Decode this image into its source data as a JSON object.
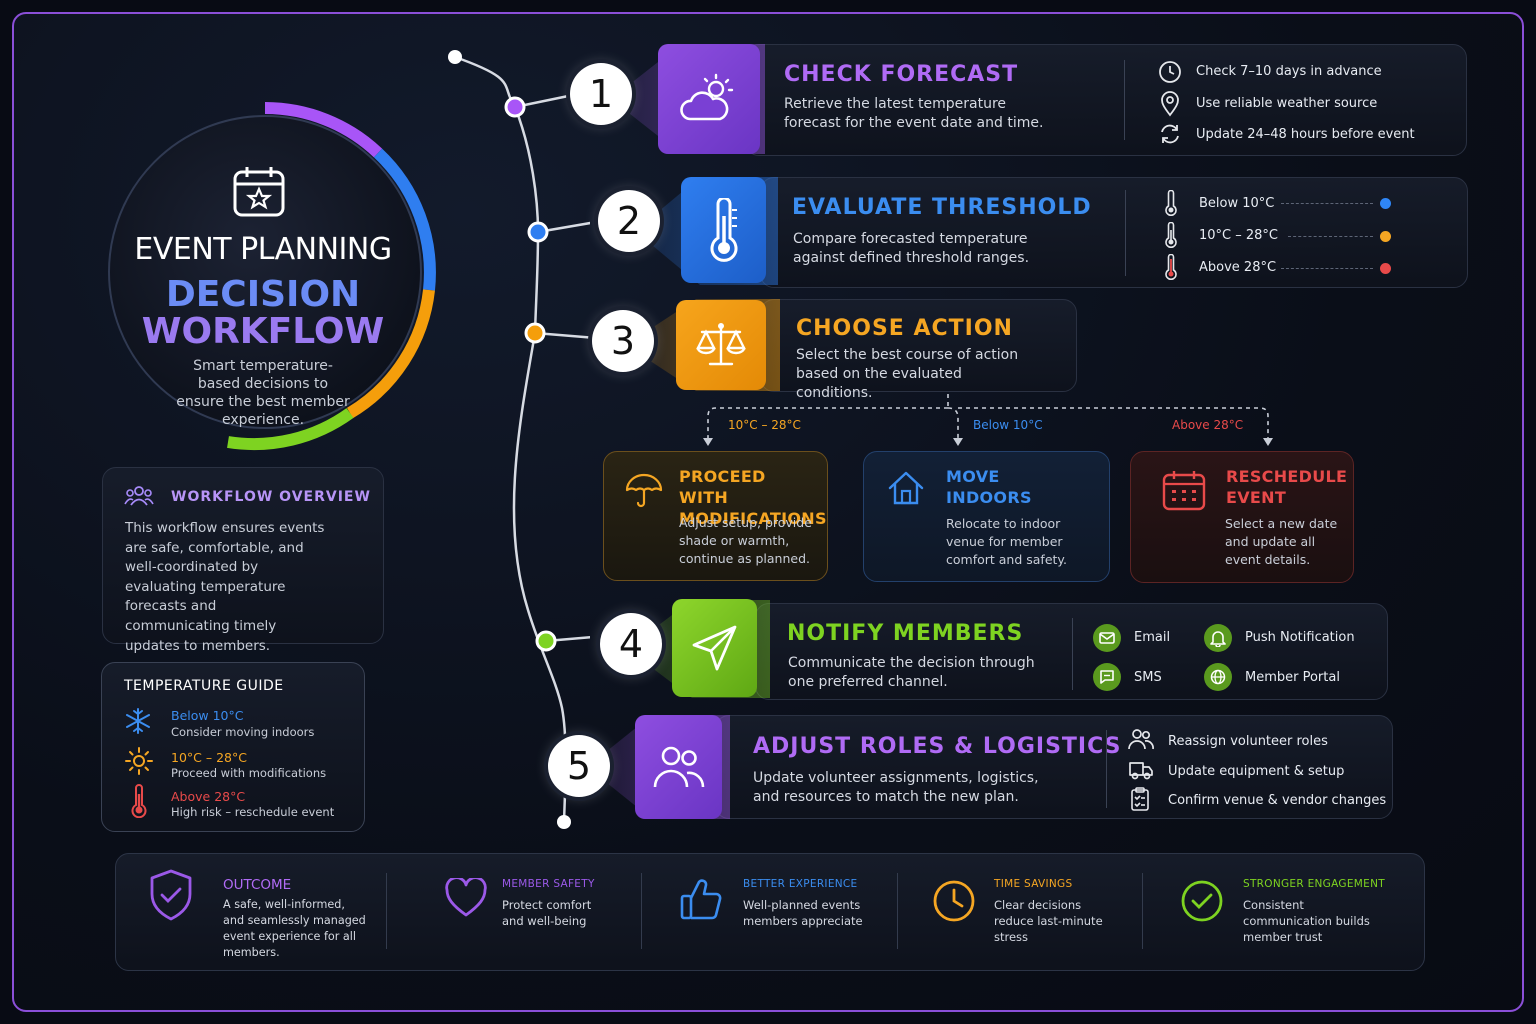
{
  "hero": {
    "title_line1": "EVENT PLANNING",
    "title_line2": "DECISION",
    "title_line3": "WORKFLOW",
    "subtitle": "Smart temperature-based decisions to ensure the best member experience."
  },
  "overview": {
    "title": "WORKFLOW OVERVIEW",
    "text": "This workflow ensures events are safe, comfortable, and well-coordinated by evaluating temperature forecasts and communicating timely updates to members."
  },
  "guide": {
    "title": "TEMPERATURE GUIDE",
    "items": [
      {
        "range": "Below 10°C",
        "note": "Consider moving indoors",
        "color": "#3b8df0"
      },
      {
        "range": "10°C – 28°C",
        "note": "Proceed with modifications",
        "color": "#f5a623"
      },
      {
        "range": "Above 28°C",
        "note": "High risk – reschedule event",
        "color": "#e84a4a"
      }
    ]
  },
  "steps": [
    {
      "num": "1",
      "title": "CHECK FORECAST",
      "desc": "Retrieve the latest temperature forecast for the event date and time.",
      "color": "#9b59e8",
      "details": [
        "Check 7–10 days in advance",
        "Use reliable weather source",
        "Update 24–48 hours before event"
      ]
    },
    {
      "num": "2",
      "title": "EVALUATE THRESHOLD",
      "desc": "Compare forecasted temperature against defined threshold ranges.",
      "color": "#2f7ef0",
      "details": [
        "Below 10°C",
        "10°C – 28°C",
        "Above 28°C"
      ]
    },
    {
      "num": "3",
      "title": "CHOOSE ACTION",
      "desc": "Select the best course of action based on the evaluated conditions.",
      "color": "#f59e0b"
    },
    {
      "num": "4",
      "title": "NOTIFY MEMBERS",
      "desc": "Communicate the decision through one preferred channel.",
      "color": "#7ed321",
      "details": [
        "Email",
        "Push Notification",
        "SMS",
        "Member Portal"
      ]
    },
    {
      "num": "5",
      "title": "ADJUST ROLES & LOGISTICS",
      "desc": "Update volunteer assignments, logistics, and resources to match the new plan.",
      "color": "#9b59e8",
      "details": [
        "Reassign volunteer roles",
        "Update equipment & setup",
        "Confirm venue & vendor changes"
      ]
    }
  ],
  "branches": [
    {
      "label": "10°C – 28°C",
      "title": "PROCEED WITH MODIFICATIONS",
      "desc": "Adjust setup, provide shade or warmth, continue as planned.",
      "color": "#f5a623"
    },
    {
      "label": "Below 10°C",
      "title": "MOVE INDOORS",
      "desc": "Relocate to indoor venue for member comfort and safety.",
      "color": "#3b8df0"
    },
    {
      "label": "Above 28°C",
      "title": "RESCHEDULE EVENT",
      "desc": "Select a new date and update all event details.",
      "color": "#e84a4a"
    }
  ],
  "outcomes": [
    {
      "title": "OUTCOME",
      "text": "A safe, well-informed, and seamlessly managed event experience for all members.",
      "color": "#9b59e8"
    },
    {
      "title": "MEMBER SAFETY",
      "text": "Protect comfort and well-being",
      "color": "#9b59e8"
    },
    {
      "title": "BETTER EXPERIENCE",
      "text": "Well-planned events members appreciate",
      "color": "#3b8df0"
    },
    {
      "title": "TIME SAVINGS",
      "text": "Clear decisions reduce last-minute stress",
      "color": "#f5a623"
    },
    {
      "title": "STRONGER ENGAGEMENT",
      "text": "Consistent communication builds member trust",
      "color": "#7ed321"
    }
  ]
}
